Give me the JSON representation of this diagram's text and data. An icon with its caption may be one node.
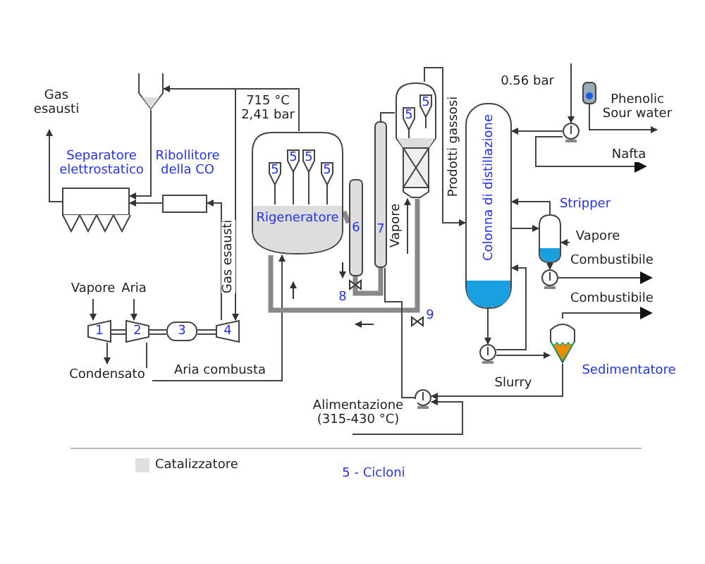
{
  "diagram": {
    "nodes": [
      {
        "text": [
          "Separatore elettrostatico"
        ]
      },
      {
        "text": [
          "Ribollitore della CO"
        ]
      },
      {
        "text": [],
        "shape": "hopper"
      },
      {
        "text": [
          "Rigeneratore"
        ]
      },
      {
        "text": [
          "5"
        ],
        "in": 3
      },
      {
        "text": [
          "5"
        ],
        "in": 3
      },
      {
        "text": [
          "5"
        ],
        "in": 3
      },
      {
        "text": [
          "5"
        ],
        "in": 3
      },
      {
        "text": [
          "1"
        ]
      },
      {
        "text": [
          "2"
        ]
      },
      {
        "text": [
          "3"
        ]
      },
      {
        "text": [
          "4"
        ]
      },
      {
        "text": [],
        "shape": "vessel"
      },
      {
        "text": [
          "5"
        ],
        "in": 12
      },
      {
        "text": [
          "5"
        ],
        "in": 12
      },
      {
        "text": [
          "6"
        ]
      },
      {
        "text": [
          "7"
        ]
      },
      {
        "text": [
          "Colonna di distillazione"
        ]
      },
      {
        "text": [],
        "shape": "circle"
      },
      {
        "text": [],
        "shape": "drum"
      },
      {
        "text": [
          "Stripper"
        ]
      },
      {
        "text": [],
        "shape": "circle"
      },
      {
        "text": [],
        "shape": "circle"
      },
      {
        "text": [
          "Sedimentatore"
        ]
      },
      {
        "text": [],
        "shape": "circle"
      }
    ],
    "edges": [
      {
        "from": 0,
        "to": null,
        "arrow": "to",
        "label": "Gas esausti"
      },
      {
        "from": 1,
        "to": 0,
        "arrow": "to"
      },
      {
        "from": 2,
        "to": 0,
        "arrow": "to"
      },
      {
        "from": 11,
        "to": 1,
        "arrow": "to",
        "label": "Gas esausti"
      },
      {
        "from": 3,
        "to": 2,
        "arrow": "to",
        "label": "715 °C 2,41 bar"
      },
      {
        "from": 3,
        "to": 11,
        "arrow": "to"
      },
      {
        "from": null,
        "to": 8,
        "arrow": "to",
        "label": "Vapore"
      },
      {
        "from": null,
        "to": 9,
        "arrow": "to",
        "label": "Aria"
      },
      {
        "from": 8,
        "to": null,
        "arrow": "to",
        "label": "Condensato"
      },
      {
        "from": 9,
        "to": 3,
        "arrow": "to",
        "label": "Aria combusta"
      },
      {
        "from": 3,
        "to": 15,
        "arrow": "none",
        "style": "thick"
      },
      {
        "from": 15,
        "to": 16,
        "arrow": "none",
        "style": "thick"
      },
      {
        "from": 16,
        "to": 12,
        "arrow": "none"
      },
      {
        "from": null,
        "to": 12,
        "arrow": "to",
        "label": "Vapore"
      },
      {
        "from": 12,
        "to": 3,
        "arrow": "none",
        "style": "thick"
      },
      {
        "from": 12,
        "to": 17,
        "arrow": "to",
        "label": "Prodotti gassosi"
      },
      {
        "from": null,
        "to": 18,
        "arrow": "to"
      },
      {
        "from": 18,
        "to": 17,
        "arrow": "to"
      },
      {
        "from": 18,
        "to": null,
        "arrow": "to",
        "label": "Nafta"
      },
      {
        "from": 19,
        "to": null,
        "arrow": "to",
        "label": "Phenolic Sour water"
      },
      {
        "from": 17,
        "to": 20,
        "arrow": "to"
      },
      {
        "from": 20,
        "to": 17,
        "arrow": "to"
      },
      {
        "from": null,
        "to": 20,
        "arrow": "to",
        "label": "Vapore"
      },
      {
        "from": 20,
        "to": 21,
        "arrow": "to"
      },
      {
        "from": 21,
        "to": null,
        "arrow": "to",
        "label": "Combustibile"
      },
      {
        "from": 17,
        "to": 22,
        "arrow": "to"
      },
      {
        "from": 22,
        "to": 17,
        "arrow": "to"
      },
      {
        "from": 22,
        "to": 23,
        "arrow": "to"
      },
      {
        "from": 23,
        "to": null,
        "arrow": "to",
        "label": "Combustibile"
      },
      {
        "from": 23,
        "to": 24,
        "arrow": "to",
        "label": "Slurry"
      },
      {
        "from": null,
        "to": 24,
        "arrow": "to",
        "label": "Alimentazione (315-430 °C)"
      },
      {
        "from": 24,
        "to": 16,
        "arrow": "none"
      }
    ],
    "labels": [
      "0.56 bar",
      "8",
      "9",
      "5 - Cicloni"
    ],
    "legend": [
      {
        "text": "Catalizzatore",
        "color": "#e0e0e0"
      }
    ]
  }
}
